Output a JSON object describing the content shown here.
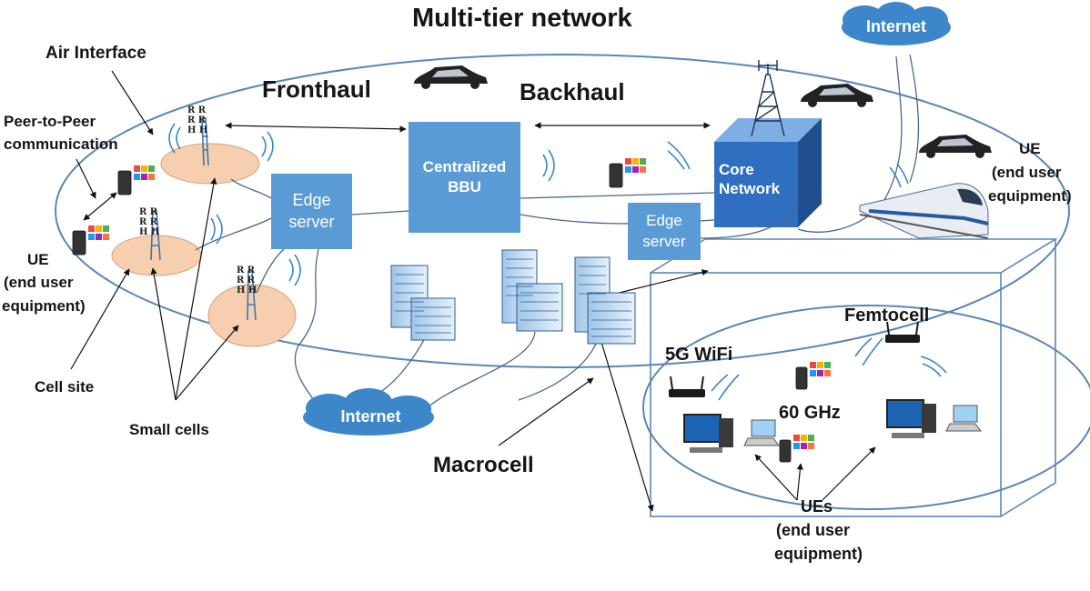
{
  "title": "Multi-tier network",
  "labels": {
    "fronthaul": "Fronthaul",
    "backhaul": "Backhaul",
    "air_interface": "Air Interface",
    "p2p_line1": "Peer-to-Peer",
    "p2p_line2": "communication",
    "ue_left_line1": "UE",
    "ue_left_line2": "(end user",
    "ue_left_line3": "equipment)",
    "ue_right_line1": "UE",
    "ue_right_line2": "(end user",
    "ue_right_line3": "equipment)",
    "cell_site": "Cell site",
    "small_cells": "Small cells",
    "macrocell": "Macrocell",
    "femtocell": "Femtocell",
    "wifi_5g": "5G WiFi",
    "ghz60": "60 GHz",
    "ues_line1": "UEs",
    "ues_line2": "(end user",
    "ues_line3": "equipment)",
    "rrh_text": "R R\nR R\nH H"
  },
  "boxes": {
    "bbu_line1": "Centralized",
    "bbu_line2": "BBU",
    "edge1_line1": "Edge",
    "edge1_line2": "server",
    "edge2_line1": "Edge",
    "edge2_line2": "server",
    "core_line1": "Core",
    "core_line2": "Network"
  },
  "clouds": {
    "internet_top": "Internet",
    "internet_bottom": "Internet"
  },
  "colors": {
    "box_blue": "#5b9bd5",
    "cloud_blue": "#3c86c9",
    "cube_front": "#2f6fc0",
    "ellipse_line": "#5a87b5",
    "cell_fill": "#f7cfae"
  }
}
